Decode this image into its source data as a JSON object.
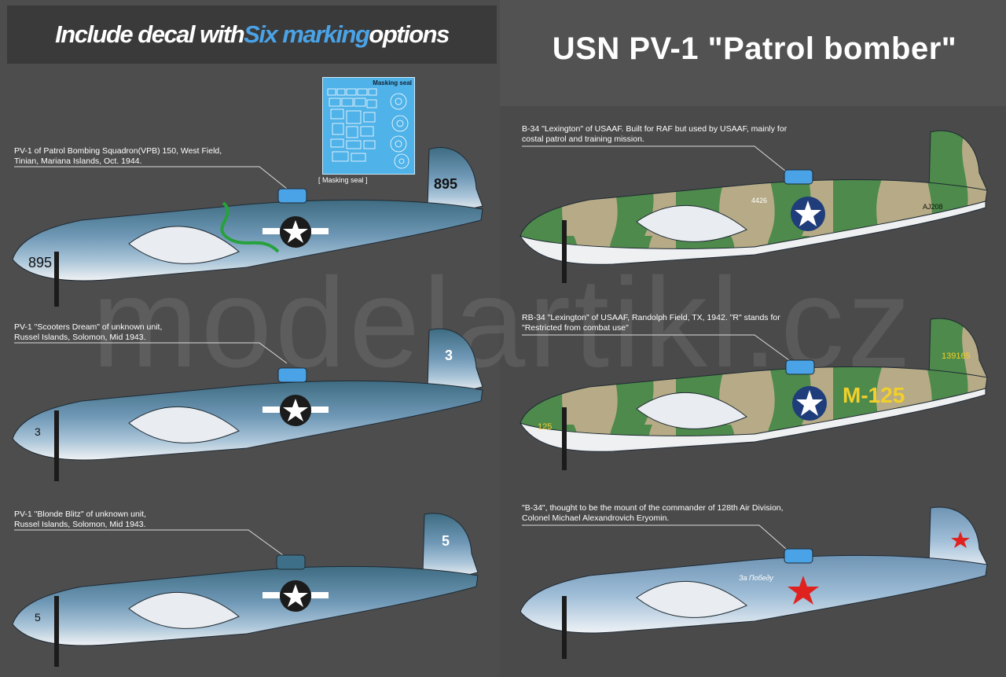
{
  "header": {
    "prefix": "Include decal with ",
    "highlight": "Six marking",
    "suffix": " options"
  },
  "title": "USN PV-1 \"Patrol bomber\"",
  "watermark": "modelartikl.cz",
  "masking_seal": {
    "label": "Masking seal",
    "caption": "[ Masking seal ]"
  },
  "markings": [
    {
      "caption": "PV-1 of Patrol Bombing Squadron(VPB) 150, West Field,\nTinian, Mariana Islands, Oct. 1944.",
      "tail_code": "895",
      "nose_code": "895",
      "scheme": "navy",
      "insignia": "us-bar"
    },
    {
      "caption": "PV-1 \"Scooters Dream\" of unknown unit,\nRussel Islands, Solomon, Mid 1943.",
      "tail_code": "3",
      "nose_code": "3",
      "scheme": "navy",
      "insignia": "us-bar"
    },
    {
      "caption": "PV-1 \"Blonde Blitz\" of unknown unit,\nRussel Islands, Solomon, Mid 1943.",
      "tail_code": "5",
      "nose_code": "5",
      "scheme": "navy",
      "insignia": "us-bar"
    },
    {
      "caption": "B-34 \"Lexington\" of USAAF. Built for RAF but used by USAAF, mainly for\ncostal patrol and training mission.",
      "tail_code": "AJ208",
      "fuselage_code": "4426",
      "scheme": "camo",
      "insignia": "us-star"
    },
    {
      "caption": "RB-34 \"Lexington\" of USAAF, Randolph Field, TX, 1942. \"R\" stands for\n\"Restricted from combat use\"",
      "tail_code": "139165",
      "fuselage_code": "M-125",
      "nose_code": "125",
      "scheme": "camo",
      "insignia": "us-star"
    },
    {
      "caption": "\"B-34\", thought to be the mount of the commander of 128th Air Division,\nColonel Michael Alexandrovich Eryomin.",
      "fuselage_code": "За Победу",
      "scheme": "soviet",
      "insignia": "red-star"
    }
  ],
  "colors": {
    "navy_top": "#3f6f86",
    "navy_mid": "#7ea9c6",
    "navy_bottom": "#f2f4f6",
    "camo_green": "#4f8a4a",
    "camo_tan": "#b8ad88",
    "soviet_blue": "#8fb3d3",
    "accent_blue": "#4aa3e6",
    "red_star": "#e0221f",
    "code_yellow": "#f2cf2a"
  }
}
